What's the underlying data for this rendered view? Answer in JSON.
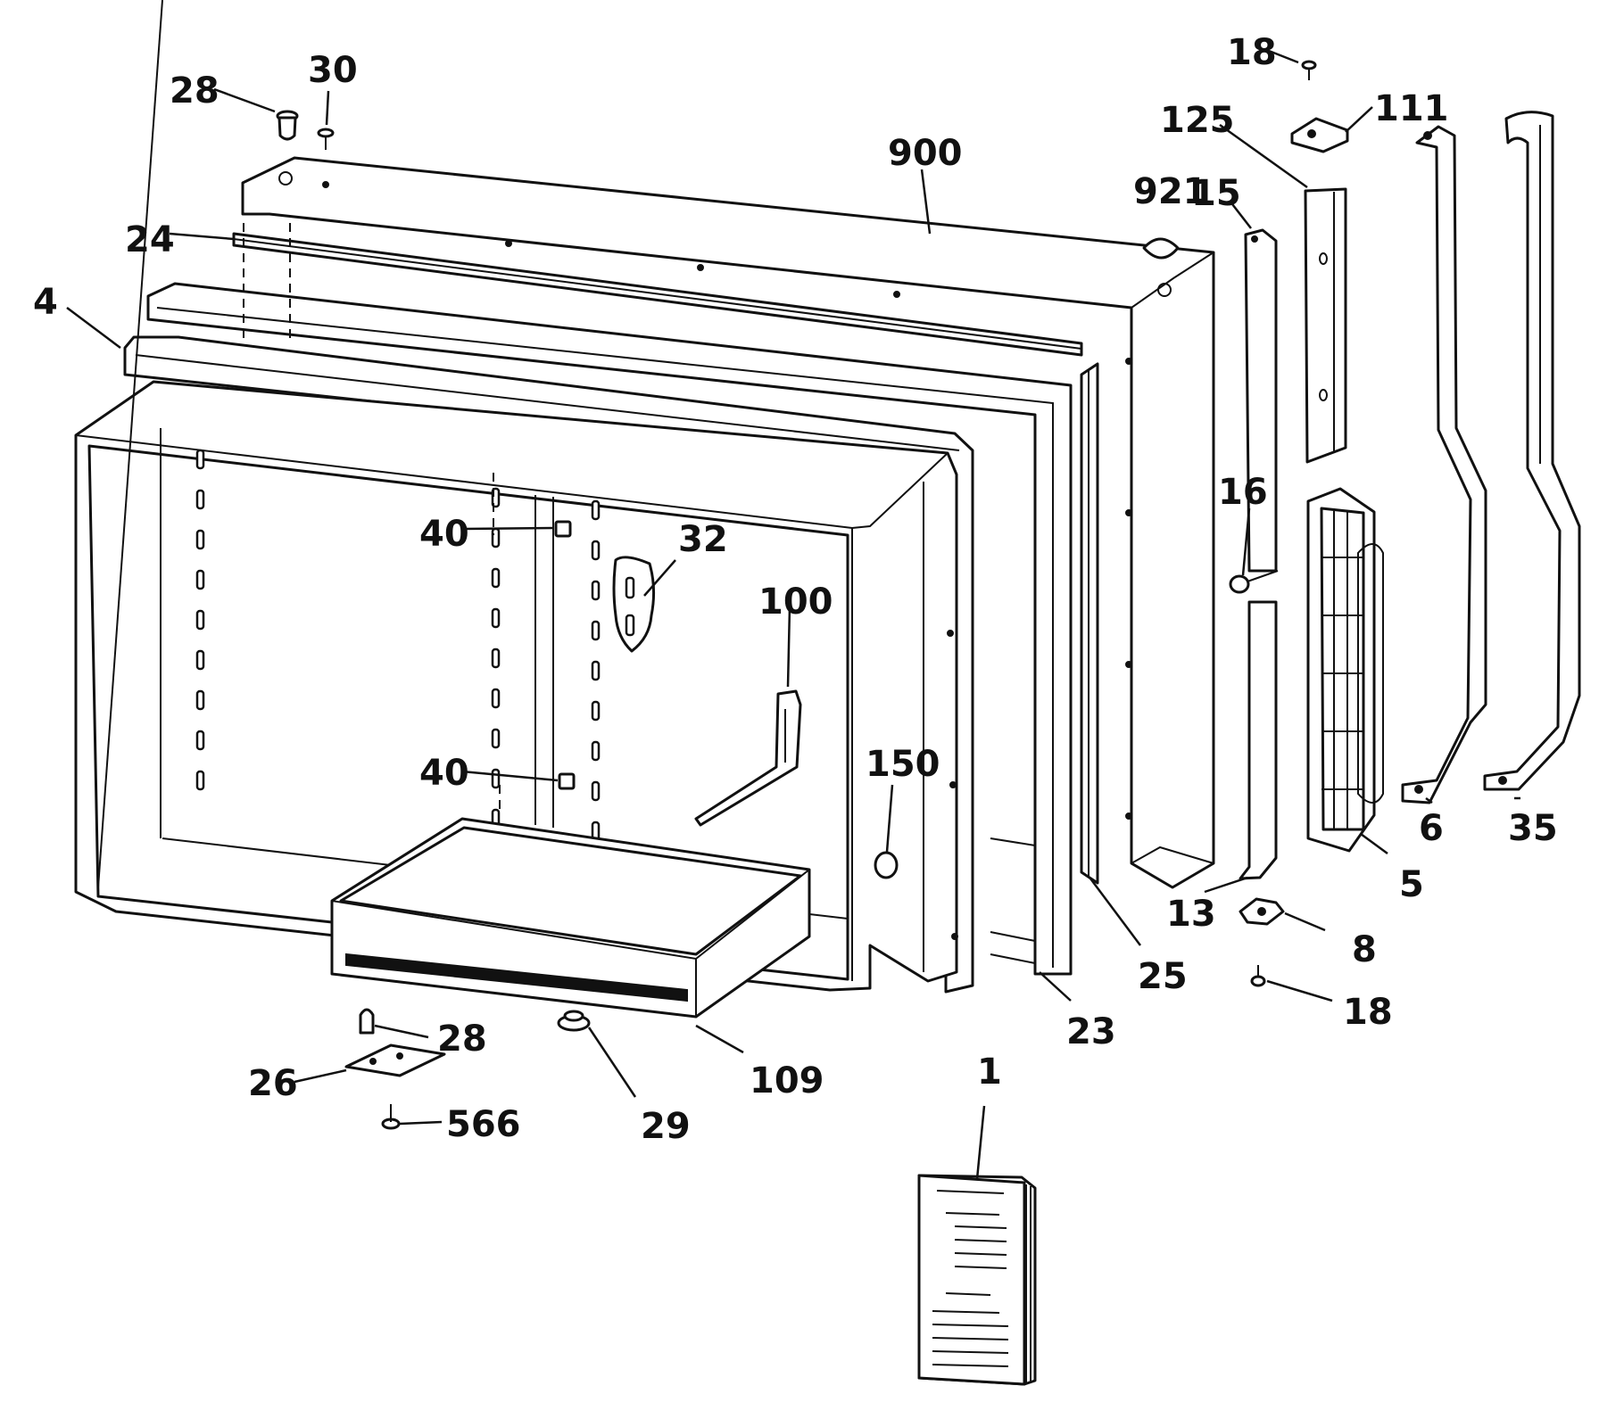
{
  "callouts": {
    "c28_top": "28",
    "c30": "30",
    "c900": "900",
    "c921": "921",
    "c18_top": "18",
    "c125": "125",
    "c111": "111",
    "c15": "15",
    "c24": "24",
    "c4": "4",
    "c40_top": "40",
    "c32": "32",
    "c100": "100",
    "c40_bottom": "40",
    "c150": "150",
    "c16": "16",
    "c6": "6",
    "c35": "35",
    "c5": "5",
    "c13": "13",
    "c8": "8",
    "c18_bottom": "18",
    "c25": "25",
    "c23": "23",
    "c109": "109",
    "c28_bottom": "28",
    "c26": "26",
    "c566": "566",
    "c29": "29",
    "c1": "1"
  },
  "colors": {
    "ink": "#111111",
    "paper": "#ffffff"
  }
}
